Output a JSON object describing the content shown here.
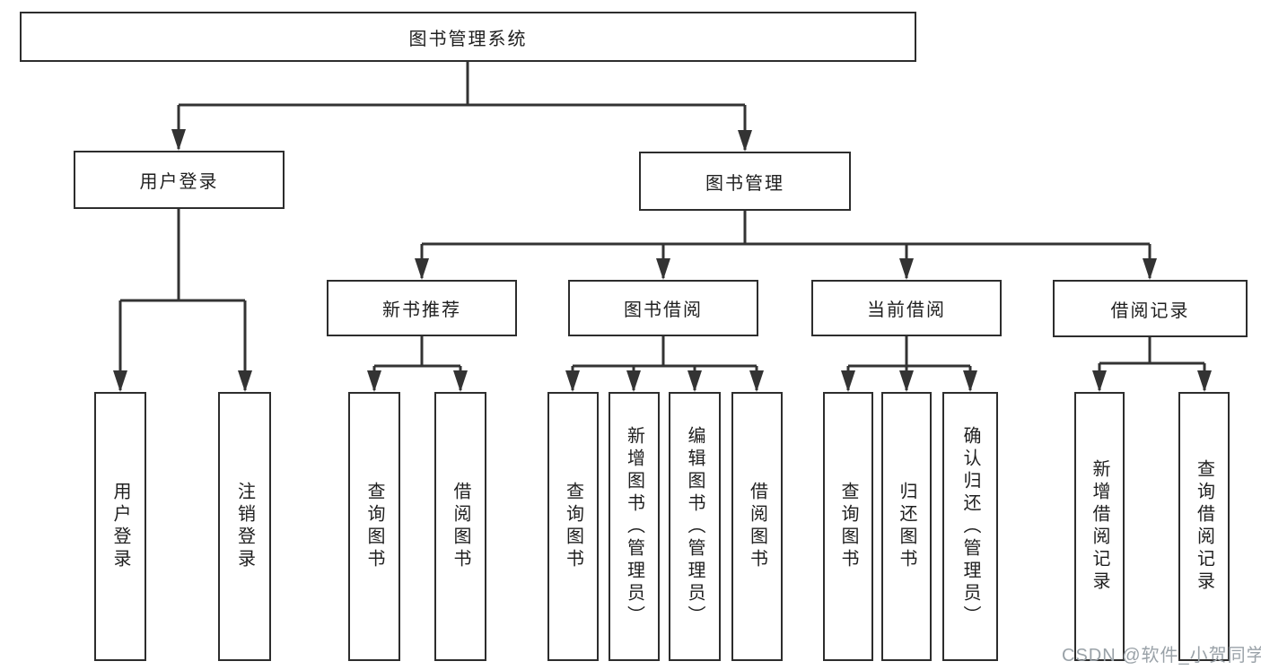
{
  "diagram": {
    "root": {
      "label": "图书管理系统"
    },
    "branches": [
      {
        "label": "用户登录",
        "children": [
          {
            "label": "用户登录"
          },
          {
            "label": "注销登录"
          }
        ]
      },
      {
        "label": "图书管理",
        "children": [
          {
            "label": "新书推荐",
            "children": [
              {
                "label": "查询图书"
              },
              {
                "label": "借阅图书"
              }
            ]
          },
          {
            "label": "图书借阅",
            "children": [
              {
                "label": "查询图书"
              },
              {
                "label": "新增图书（管理员）"
              },
              {
                "label": "编辑图书（管理员）"
              },
              {
                "label": "借阅图书"
              }
            ]
          },
          {
            "label": "当前借阅",
            "children": [
              {
                "label": "查询图书"
              },
              {
                "label": "归还图书"
              },
              {
                "label": "确认归还（管理员）"
              }
            ]
          },
          {
            "label": "借阅记录",
            "children": [
              {
                "label": "新增借阅记录"
              },
              {
                "label": "查询借阅记录"
              }
            ]
          }
        ]
      }
    ]
  },
  "watermark": "CSDN @软件_小贺同学",
  "colors": {
    "line": "#333333",
    "box_border": "#2d2d2d",
    "box_background": "#ffffff",
    "text": "#1f1f1f",
    "watermark": "#9aa2a8"
  }
}
